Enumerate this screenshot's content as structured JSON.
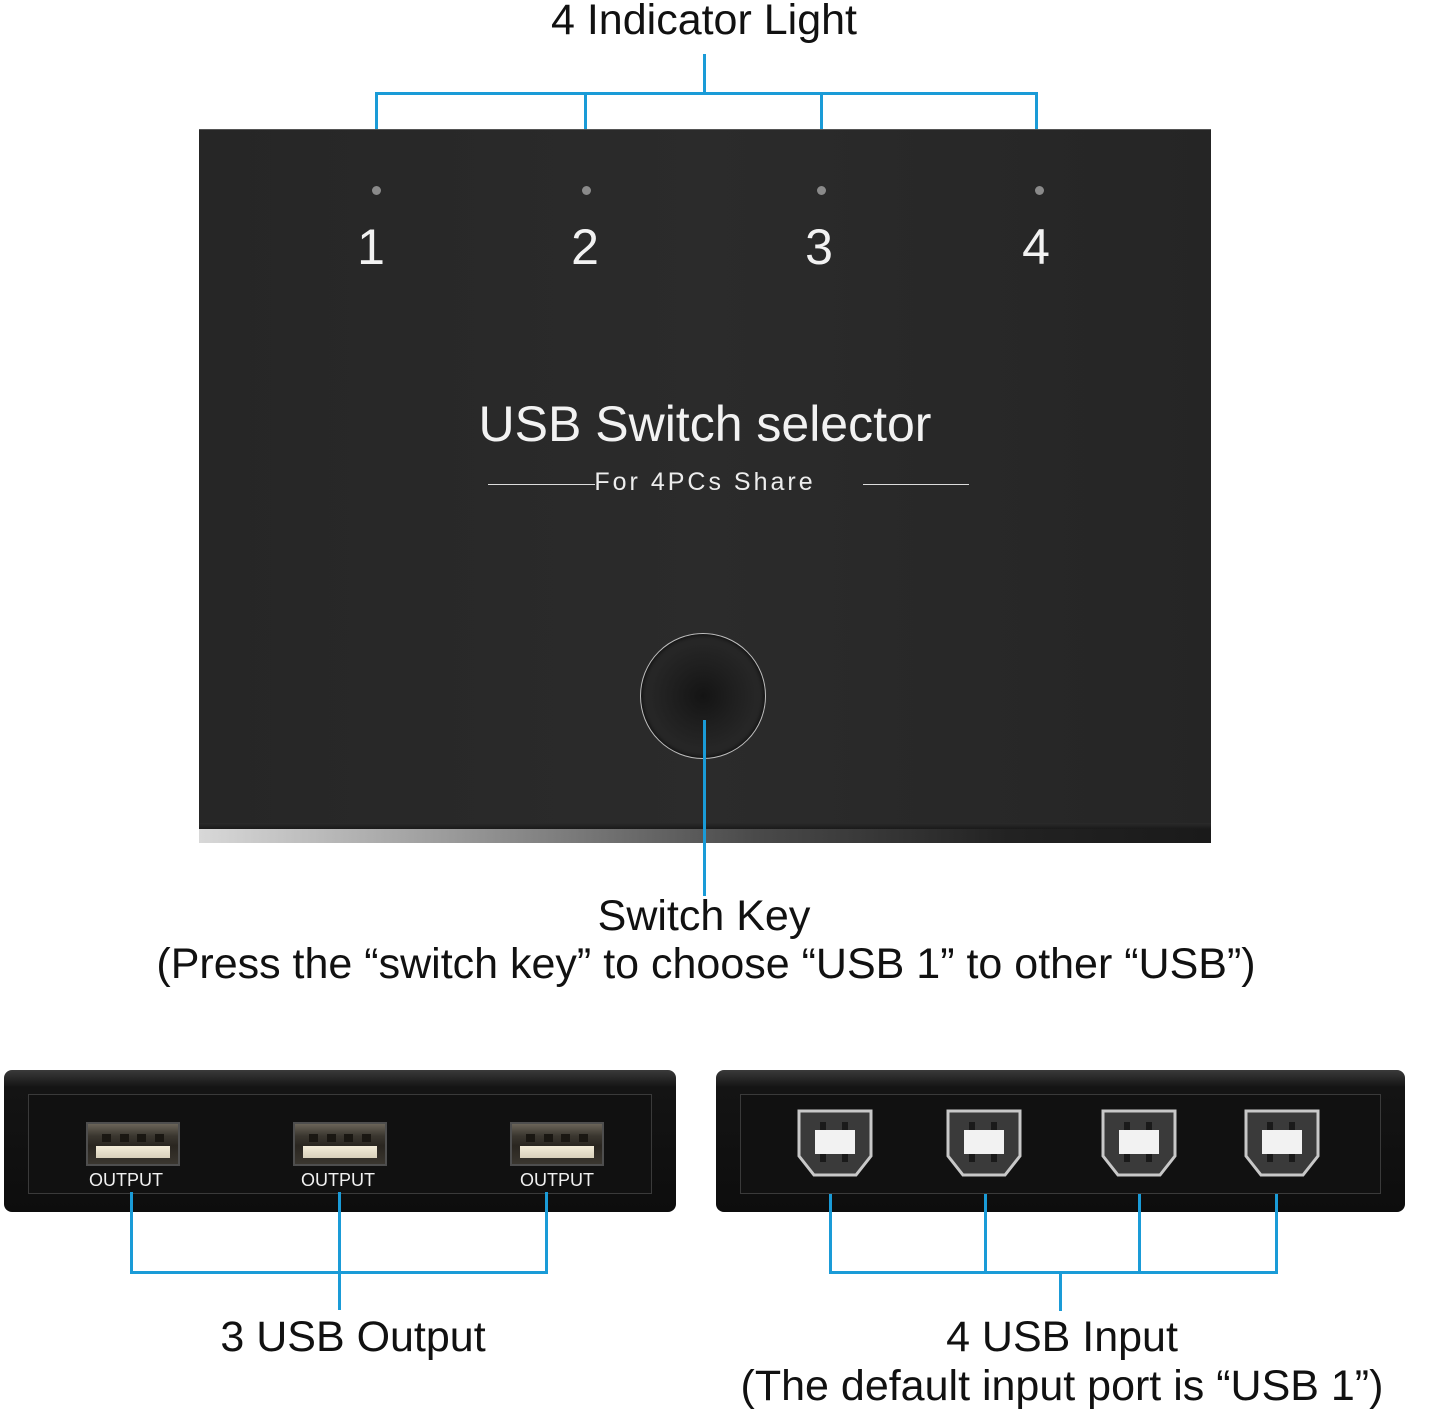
{
  "diagram": {
    "indicator_callout": {
      "label": "4 Indicator Light"
    },
    "device_top": {
      "indicators": [
        {
          "number": "1"
        },
        {
          "number": "2"
        },
        {
          "number": "3"
        },
        {
          "number": "4"
        }
      ],
      "title": "USB Switch selector",
      "subtitle": "For 4PCs Share"
    },
    "switch_key_callout": {
      "label": "Switch Key",
      "note": "(Press the “switch key” to choose “USB 1” to other “USB”)"
    },
    "output_panel": {
      "ports": [
        {
          "label": "OUTPUT"
        },
        {
          "label": "OUTPUT"
        },
        {
          "label": "OUTPUT"
        }
      ],
      "callout_label": "3 USB Output"
    },
    "input_panel": {
      "ports_count": 4,
      "callout_label": "4 USB Input",
      "callout_note": "(The default input port is “USB 1”)"
    },
    "colors": {
      "callout_line": "#1a9bd7",
      "device_body": "#2a2a2a",
      "device_text": "#f2f2f2",
      "led_off": "#8a8a8a"
    }
  }
}
